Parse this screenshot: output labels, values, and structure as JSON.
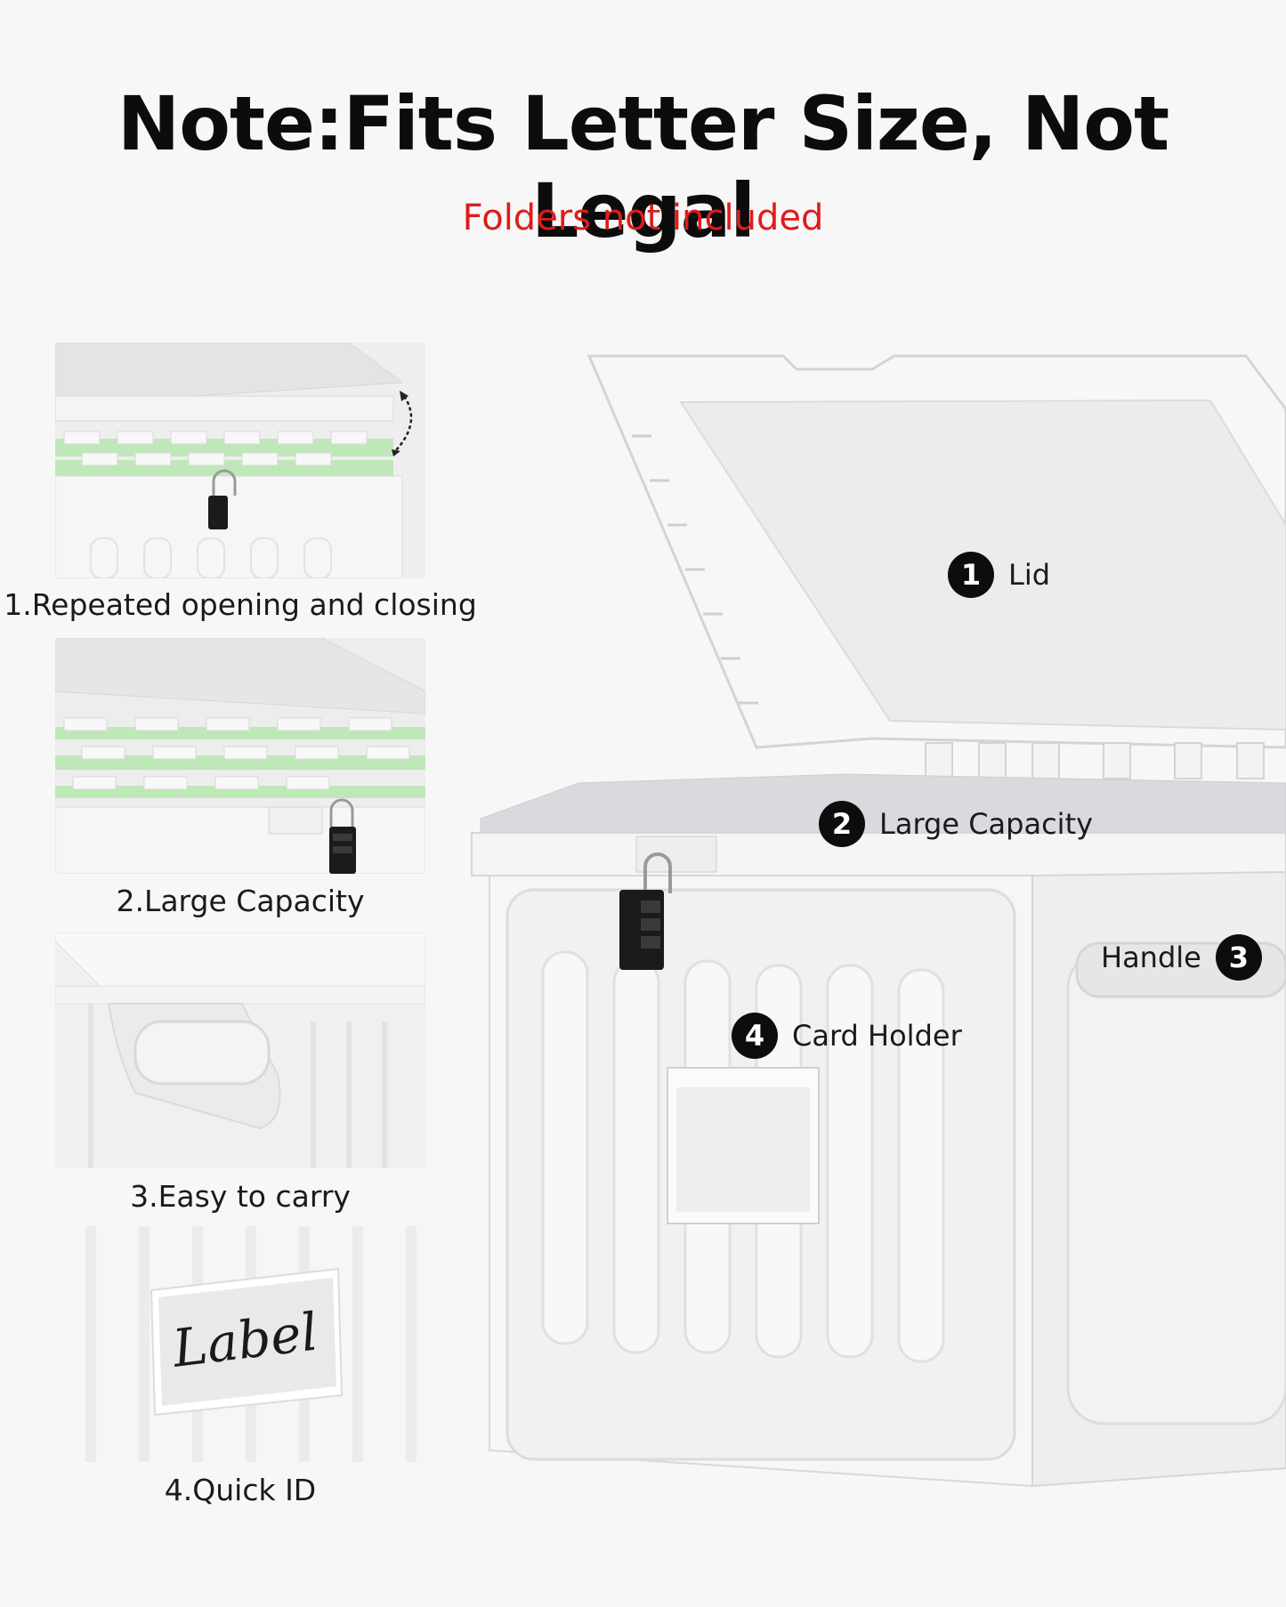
{
  "header": {
    "title": "Note:Fits Letter Size, Not Legal",
    "subtitle": "Folders not included"
  },
  "features": [
    {
      "caption": "1.Repeated opening and closing"
    },
    {
      "caption": "2.Large Capacity"
    },
    {
      "caption": "3.Easy to carry"
    },
    {
      "caption": "4.Quick ID"
    }
  ],
  "label_card_text": "Label",
  "callouts": [
    {
      "number": "1",
      "label": "Lid"
    },
    {
      "number": "2",
      "label": "Large Capacity"
    },
    {
      "number": "3",
      "label": "Handle"
    },
    {
      "number": "4",
      "label": "Card Holder"
    }
  ],
  "colors": {
    "note_red": "#e01b1b",
    "folder_green": "#bfe8b8",
    "badge_black": "#0d0d0d"
  },
  "icons": [
    "lock-icon",
    "curved-arrow-icon"
  ]
}
